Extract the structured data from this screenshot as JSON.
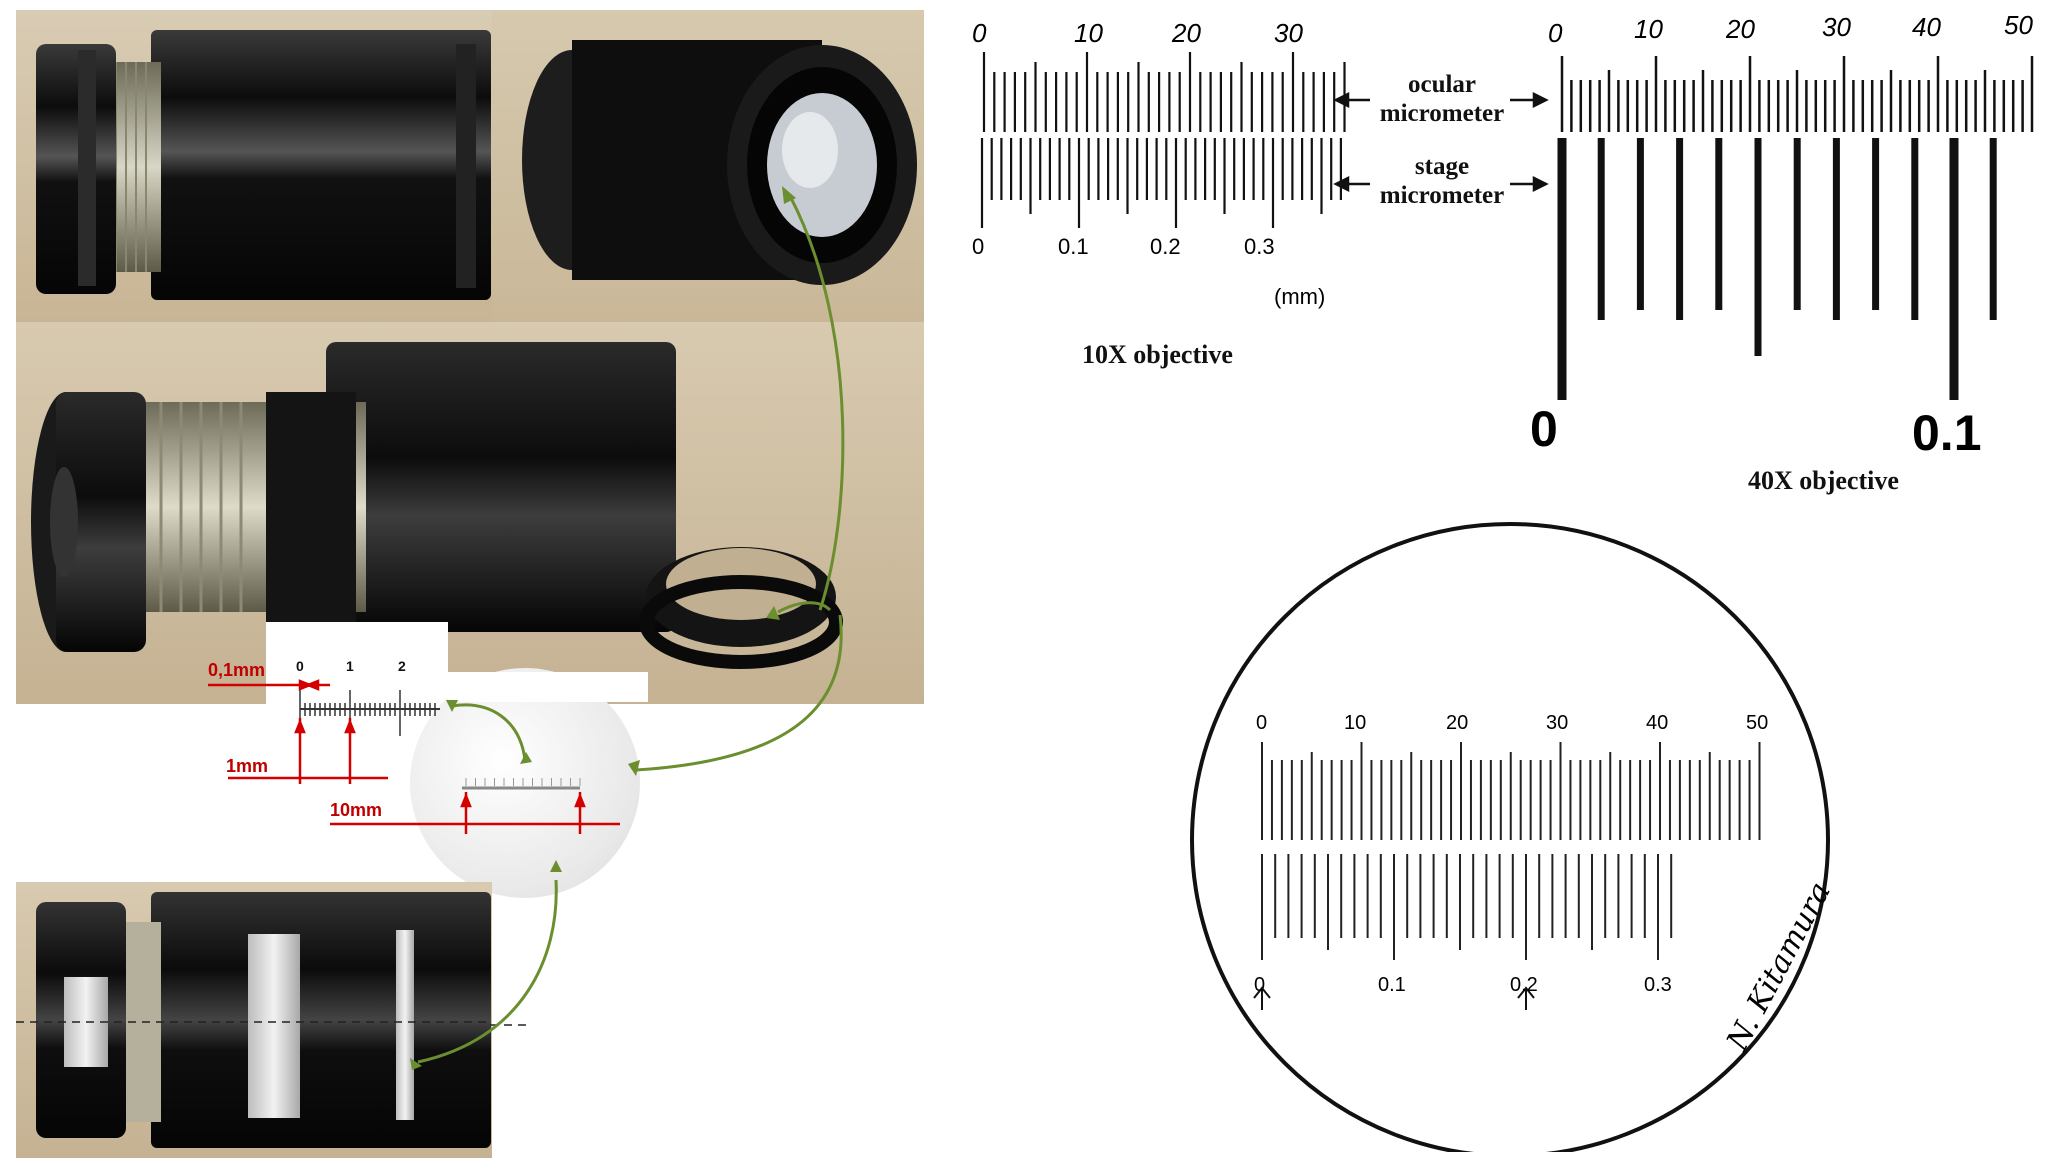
{
  "diagram_10x": {
    "ocular_labels": [
      "0",
      "10",
      "20",
      "30"
    ],
    "stage_labels": [
      "0",
      "0.1",
      "0.2",
      "0.3"
    ],
    "unit": "(mm)",
    "caption": "10X objective"
  },
  "center_labels": {
    "ocular": "ocular\nmicrometer",
    "stage": "stage\nmicrometer"
  },
  "diagram_40x": {
    "ocular_labels": [
      "0",
      "10",
      "20",
      "30",
      "40",
      "50"
    ],
    "stage_labels": [
      "0",
      "0.1"
    ],
    "caption": "40X objective"
  },
  "circle_view": {
    "ocular_labels": [
      "0",
      "10",
      "20",
      "30",
      "40",
      "50"
    ],
    "stage_labels": [
      "0",
      "0.1",
      "0.2",
      "0.3"
    ],
    "signature": "N. Kitamura"
  },
  "inset_reticle": {
    "scale_labels": [
      "0",
      "1",
      "2"
    ],
    "dim_small": "0,1mm",
    "dim_mid": "1mm",
    "dim_large": "10mm"
  },
  "colors": {
    "arrow_green": "#6b8e2f",
    "dim_red": "#d40000",
    "photo_bg": "#cbb99c",
    "tube_black": "#141414"
  }
}
